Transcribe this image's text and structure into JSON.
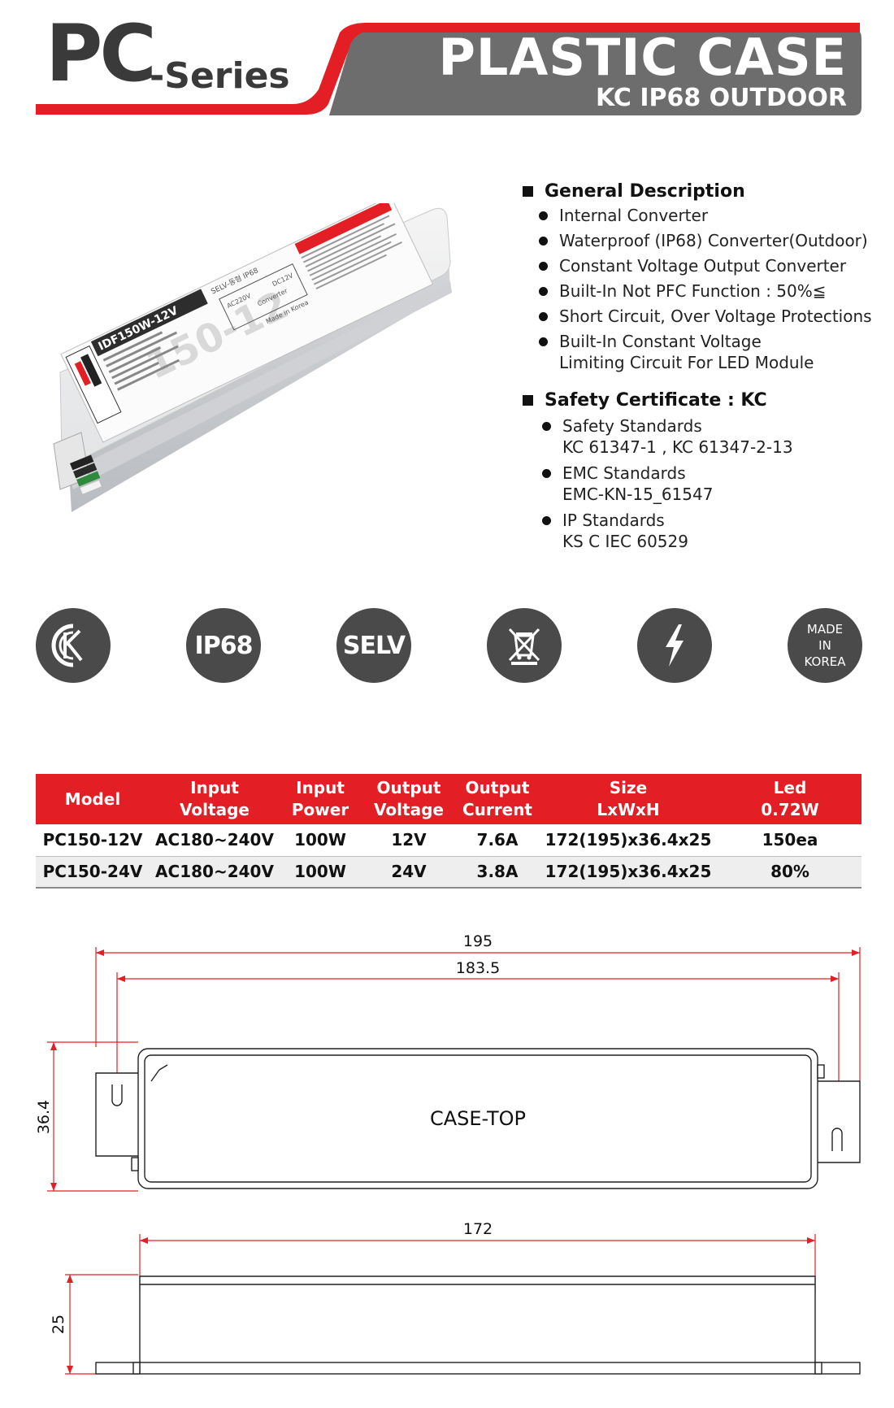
{
  "header": {
    "brand_main": "PC",
    "brand_suffix": "-Series",
    "title": "PLASTIC  CASE",
    "subtitle": "KC IP68 OUTDOOR",
    "accent_color": "#e31e24",
    "banner_color": "#6d6d6d"
  },
  "product_label": {
    "model": "IDF150W-12V",
    "big_text": "150-12",
    "selv": "SELV-동형  IP68",
    "ac": "AC220V",
    "dc": "DC12V",
    "converter": "Converter",
    "made": "Made in Korea"
  },
  "description": {
    "general_title": "General  Description",
    "general_items": [
      "Internal  Converter",
      "Waterproof  (IP68)  Converter(Outdoor)",
      "Constant  Voltage  Output  Converter",
      "Built-In  Not  PFC  Function  :  50%≦",
      "Short  Circuit,  Over  Voltage  Protections"
    ],
    "general_last_line1": "Built-In  Constant  Voltage",
    "general_last_line2": "Limiting  Circuit  For  LED  Module",
    "cert_title": "Safety  Certificate  :  KC",
    "cert_items": [
      {
        "line1": "Safety  Standards",
        "line2": "KC  61347-1  ,  KC  61347-2-13"
      },
      {
        "line1": "EMC  Standards",
        "line2": "EMC-KN-15_61547"
      },
      {
        "line1": "IP  Standards",
        "line2": "KS  C  IEC  60529"
      }
    ]
  },
  "icons": [
    {
      "name": "kc-mark-icon",
      "text": ""
    },
    {
      "name": "ip68-icon",
      "text": "IP68"
    },
    {
      "name": "selv-icon",
      "text": "SELV"
    },
    {
      "name": "weee-bin-icon",
      "text": ""
    },
    {
      "name": "lightning-icon",
      "text": ""
    },
    {
      "name": "made-in-korea-icon",
      "text_lines": [
        "MADE",
        "IN",
        "KOREA"
      ]
    }
  ],
  "table": {
    "headers": [
      [
        "Model"
      ],
      [
        "Input",
        "Voltage"
      ],
      [
        "Input",
        "Power"
      ],
      [
        "Output",
        "Voltage"
      ],
      [
        "Output",
        "Current"
      ],
      [
        "Size",
        "LxWxH"
      ],
      [
        "Led",
        "0.72W"
      ]
    ],
    "rows": [
      [
        "PC150-12V",
        "AC180~240V",
        "100W",
        "12V",
        "7.6A",
        "172(195)x36.4x25",
        "150ea"
      ],
      [
        "PC150-24V",
        "AC180~240V",
        "100W",
        "24V",
        "3.8A",
        "172(195)x36.4x25",
        "80%"
      ]
    ]
  },
  "drawing": {
    "dim_overall": "195",
    "dim_holes": "183.5",
    "dim_width": "36.4",
    "case_label": "CASE-TOP",
    "dim_length": "172",
    "dim_height": "25"
  }
}
